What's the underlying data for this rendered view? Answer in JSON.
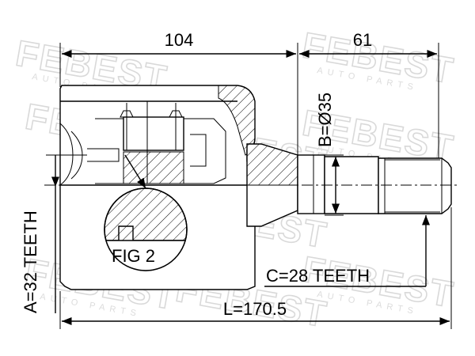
{
  "watermark": {
    "brand": "FEBEST",
    "tagline": "AUTO PARTS"
  },
  "dimensions": {
    "housing_length": "104",
    "shaft_length": "61",
    "overall_length": "L=170.5",
    "shaft_diameter": "B=Ø35",
    "inner_spline_teeth": "A=32 TEETH",
    "outer_spline_teeth": "C=28 TEETH"
  },
  "labels": {
    "detail": "FIG 2"
  }
}
